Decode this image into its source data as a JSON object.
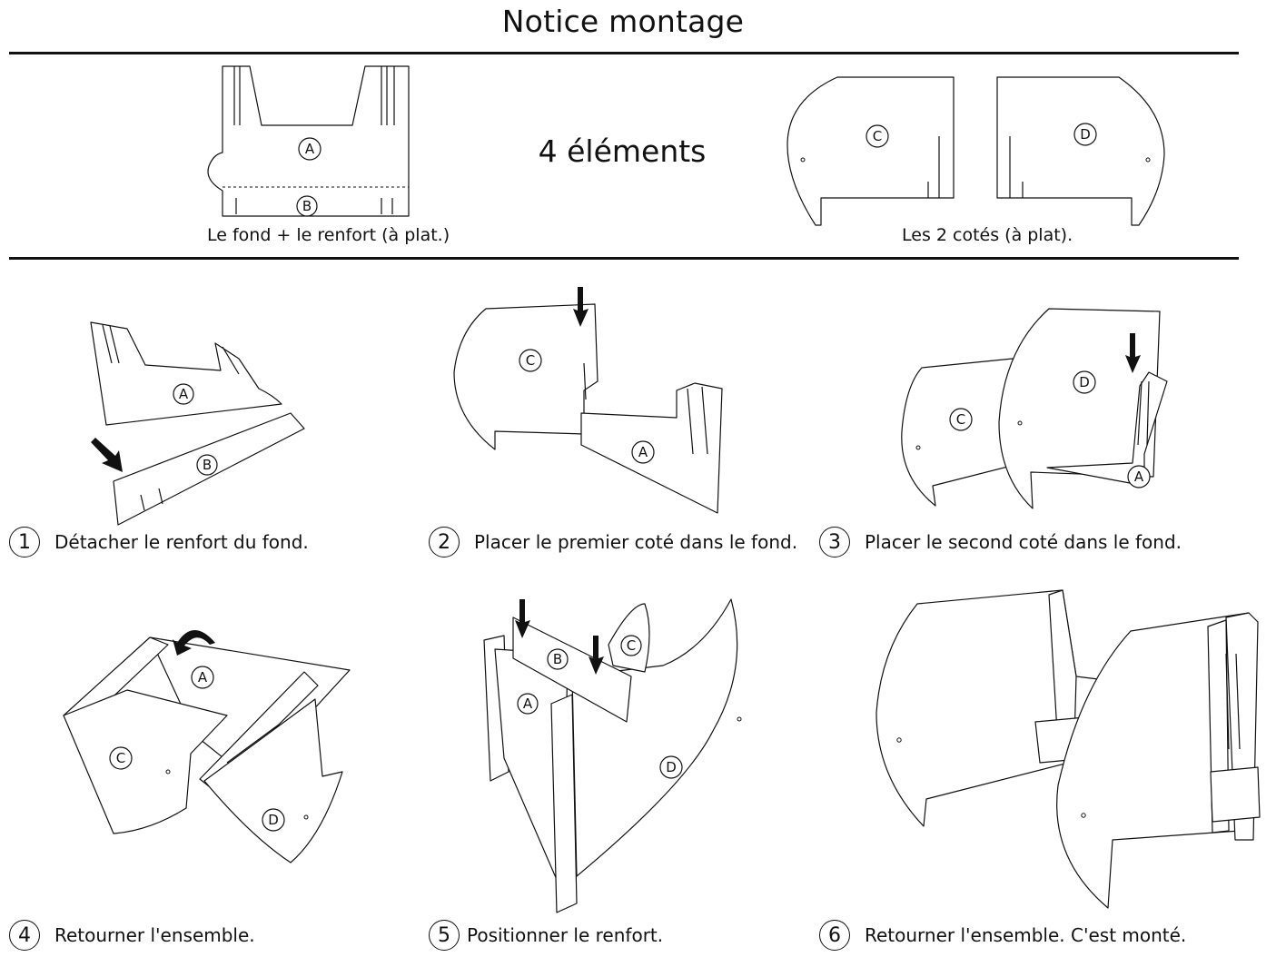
{
  "title": "Notice montage",
  "header": {
    "elements_count": "4 éléments",
    "bottom_caption": "Le fond + le renfort  (à plat.)",
    "sides_caption": "Les 2 cotés (à plat).",
    "labels": {
      "a": "A",
      "b": "B",
      "c": "C",
      "d": "D"
    }
  },
  "steps": [
    {
      "number": "1",
      "text": "Détacher le renfort du fond."
    },
    {
      "number": "2",
      "text": "Placer le premier coté dans le fond."
    },
    {
      "number": "3",
      "text": "Placer le second coté dans le fond."
    },
    {
      "number": "4",
      "text": "Retourner l'ensemble."
    },
    {
      "number": "5",
      "text": "Positionner le renfort."
    },
    {
      "number": "6",
      "text": "Retourner l'ensemble. C'est monté."
    }
  ],
  "colors": {
    "ink": "#111111",
    "background": "#ffffff"
  }
}
